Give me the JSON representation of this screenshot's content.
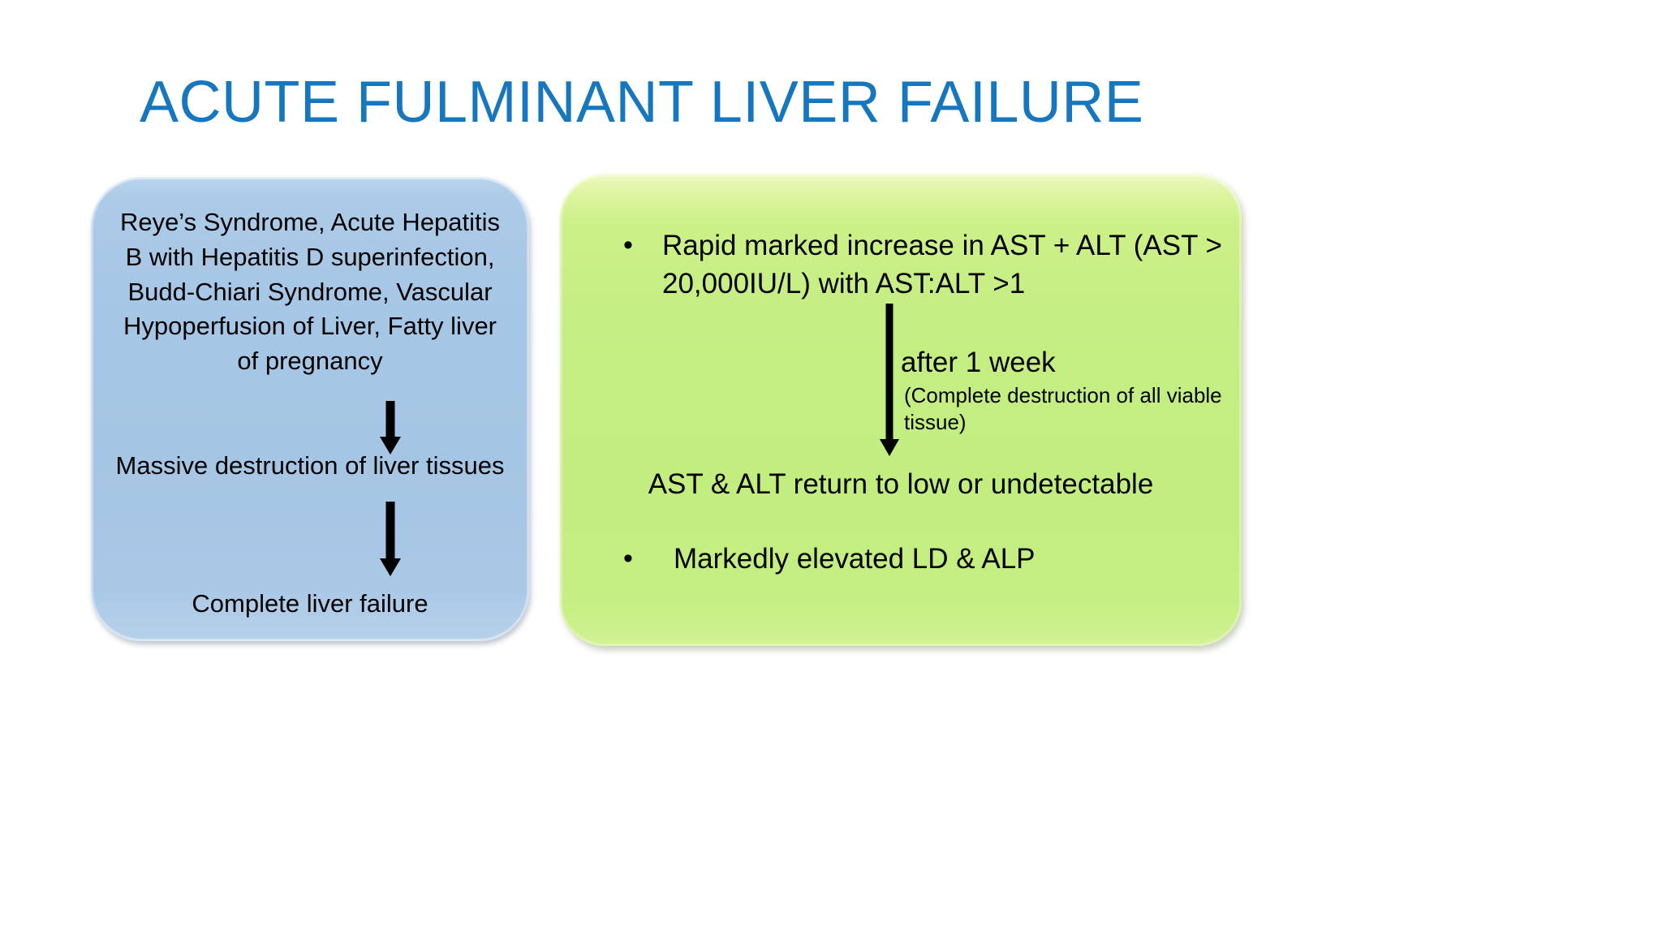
{
  "slide": {
    "title": "ACUTE FULMINANT LIVER FAILURE",
    "title_color": "#1777be",
    "background_color": "#ffffff"
  },
  "left_box": {
    "fill_color": "#a7c7e6",
    "shape": "rounded-rectangle",
    "causes_text": "Reye’s Syndrome, Acute Hepatitis B with Hepatitis D superinfection, Budd-Chiari Syndrome, Vascular Hypoperfusion of Liver, Fatty liver of pregnancy",
    "step_2": "Massive destruction of liver tissues",
    "step_3": "Complete liver failure",
    "arrow_1": "down-arrow",
    "arrow_2": "down-arrow"
  },
  "right_box": {
    "fill_color": "#c2ee80",
    "shape": "rounded-rectangle",
    "bullet_1": {
      "marker": "•",
      "text": "Rapid marked increase in AST + ALT (AST > 20,000IU/L) with AST:ALT >1"
    },
    "arrow": "down-arrow",
    "annotation_main": "after 1 week",
    "annotation_sub": "(Complete destruction of all viable tissue)",
    "return_line": "AST & ALT return to low or undetectable",
    "bullet_2": {
      "marker": "•",
      "text": "Markedly elevated LD & ALP"
    }
  }
}
